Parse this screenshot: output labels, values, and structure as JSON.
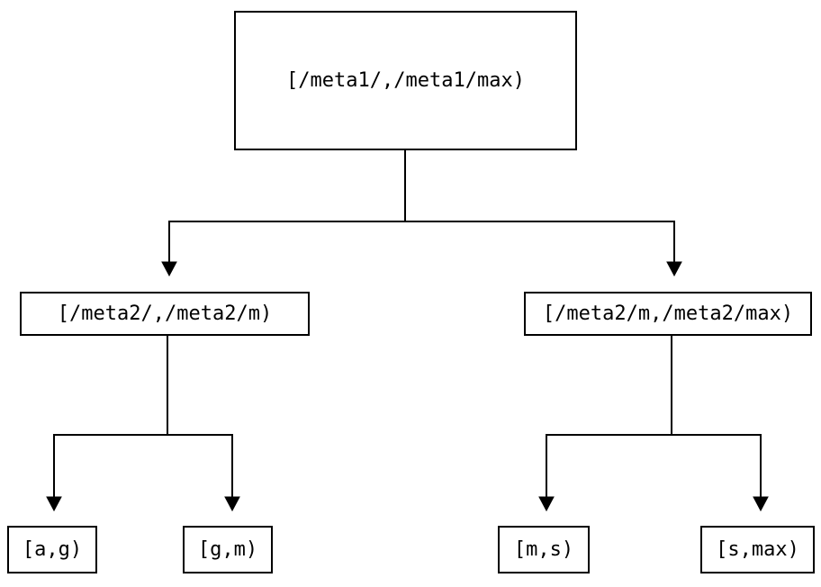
{
  "diagram": {
    "type": "tree",
    "description": "Key-range partition tree",
    "background_color": "#ffffff",
    "line_color": "#000000",
    "nodes": {
      "root": {
        "label": "[/meta1/,/meta1/max)"
      },
      "left": {
        "label": "[/meta2/,/meta2/m)"
      },
      "right": {
        "label": "[/meta2/m,/meta2/max)"
      },
      "leaf_ag": {
        "label": "[a,g)"
      },
      "leaf_gm": {
        "label": "[g,m)"
      },
      "leaf_ms": {
        "label": "[m,s)"
      },
      "leaf_smax": {
        "label": "[s,max)"
      }
    },
    "edges": [
      {
        "from": "root",
        "to": "left"
      },
      {
        "from": "root",
        "to": "right"
      },
      {
        "from": "left",
        "to": "leaf_ag"
      },
      {
        "from": "left",
        "to": "leaf_gm"
      },
      {
        "from": "right",
        "to": "leaf_ms"
      },
      {
        "from": "right",
        "to": "leaf_smax"
      }
    ]
  }
}
